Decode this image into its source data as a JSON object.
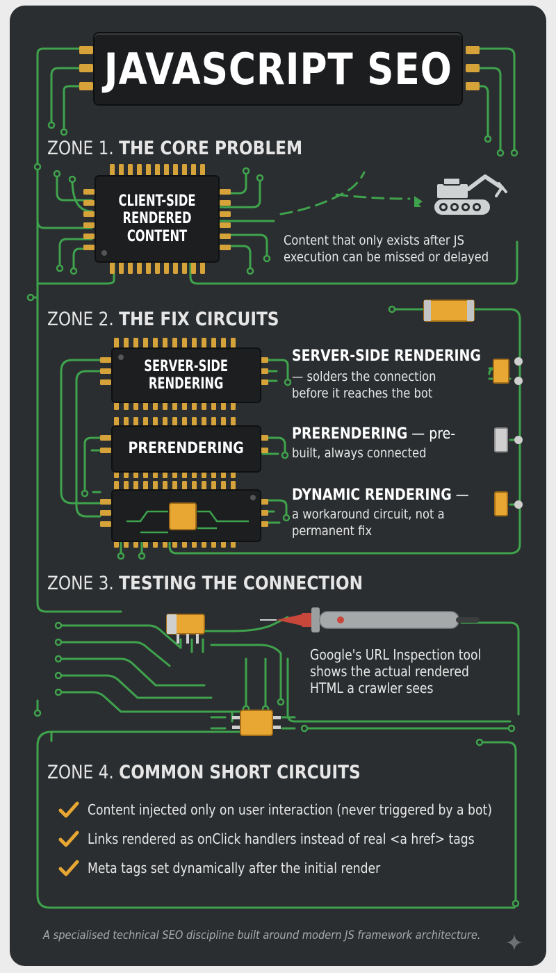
{
  "title": "JAVASCRIPT SEO",
  "zones": [
    {
      "label": "ZONE 1.",
      "title": "THE CORE PROBLEM"
    },
    {
      "label": "ZONE 2.",
      "title": "THE FIX CIRCUITS"
    },
    {
      "label": "ZONE 3.",
      "title": "TESTING THE CONNECTION"
    },
    {
      "label": "ZONE 4.",
      "title": "COMMON SHORT CIRCUITS"
    }
  ],
  "zone1": {
    "chip_lines": [
      "CLIENT-SIDE",
      "RENDERED",
      "CONTENT"
    ],
    "desc_lines": [
      "Content that only exists after JS",
      "execution can be missed or delayed"
    ],
    "crawler_icon": "crawler-robot-icon"
  },
  "zone2": {
    "chips": [
      {
        "lines": [
          "SERVER-SIDE",
          "RENDERING"
        ]
      },
      {
        "lines": [
          "PRERENDERING"
        ]
      },
      {
        "lines": []
      }
    ],
    "items": [
      {
        "title": "SERVER-SIDE RENDERING",
        "rest": "",
        "desc_lines": [
          "— solders the connection",
          "before it reaches the bot"
        ]
      },
      {
        "title": "PRERENDERING",
        "rest": " — pre-",
        "desc_lines": [
          "built, always connected"
        ]
      },
      {
        "title": "DYNAMIC RENDERING",
        "rest": " —",
        "desc_lines": [
          "a workaround circuit, not a",
          "permanent fix"
        ]
      }
    ]
  },
  "zone3": {
    "desc_lines": [
      "Google's URL Inspection tool",
      "shows the actual rendered",
      "HTML a crawler sees"
    ],
    "probe_icon": "multimeter-probe-icon"
  },
  "zone4": {
    "items": [
      "Content injected only on user interaction (never triggered by a bot)",
      "Links rendered as onClick handlers instead of real <a href> tags",
      "Meta tags set dynamically after the initial render"
    ],
    "check_icon": "check-icon"
  },
  "footer": "A specialised technical SEO discipline built around modern JS framework architecture.",
  "colors": {
    "board": "#2b2e30",
    "trace": "#3fa34d",
    "chip": "#1c1e20",
    "pin": "#d6a23a",
    "component": "#e8a733",
    "check": "#e8a733",
    "probe": "#c9463a"
  }
}
